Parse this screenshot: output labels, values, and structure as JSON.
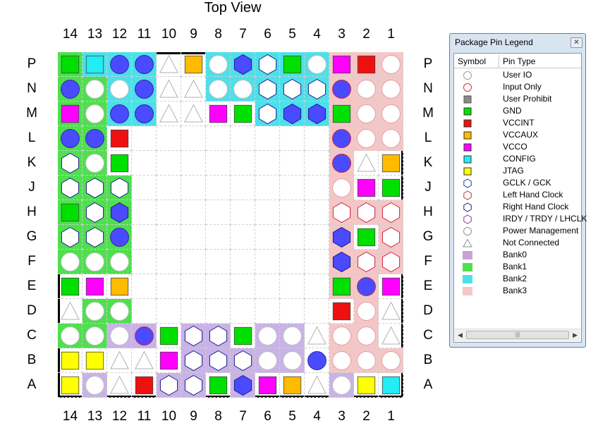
{
  "view_title": "Top View",
  "columns": [
    "14",
    "13",
    "12",
    "11",
    "10",
    "9",
    "8",
    "7",
    "6",
    "5",
    "4",
    "3",
    "2",
    "1"
  ],
  "rows": [
    "P",
    "N",
    "M",
    "L",
    "K",
    "J",
    "H",
    "G",
    "F",
    "E",
    "D",
    "C",
    "B",
    "A"
  ],
  "colors": {
    "bank0": "#c9b3e6",
    "bank1": "#4ee04e",
    "bank2": "#4de0ea",
    "bank3": "#f5c6c6",
    "gnd": "#00e000",
    "vccint": "#ee1111",
    "vccaux": "#ffbb00",
    "vcco": "#ff00ff",
    "config": "#22ecf4",
    "jtag": "#ffff00",
    "io_fill": "#4a4aff"
  },
  "pins": [
    [
      "b1:gnd",
      "b2:config",
      "b2:cio",
      "b2:cio",
      "n:nc",
      "n:vccaux",
      "b2:wc",
      "b2:hio",
      "b2:hw",
      "b2:gnd",
      "b2:wc",
      "b3:vcco",
      "b3:vccint",
      "b3:wc"
    ],
    [
      "b1:cio",
      "b1:wc",
      "b2:wc",
      "b2:cio",
      "n:nc",
      "n:nc",
      "b2:wc",
      "b2:wc",
      "b2:hw",
      "b2:hw",
      "b2:hw",
      "b3:cio",
      "b3:wc",
      "b3:wc"
    ],
    [
      "b1:vcco",
      "b1:wc",
      "b2:cio",
      "b2:cio",
      "n:nc",
      "n:nc",
      "n:vcco",
      "n:gnd",
      "b2:hw",
      "b2:hio",
      "b2:hio",
      "b3:gnd",
      "b3:wc",
      "b3:wc"
    ],
    [
      "b1:cio",
      "b1:cio",
      "n:vccint",
      "e",
      "e",
      "e",
      "e",
      "e",
      "e",
      "e",
      "e",
      "b3:cio",
      "b3:wc",
      "b3:wc"
    ],
    [
      "b1:hw",
      "b1:wc",
      "n:gnd",
      "e",
      "e",
      "e",
      "e",
      "e",
      "e",
      "e",
      "e",
      "b3:cio",
      "n:nc",
      "n:vccaux"
    ],
    [
      "b1:hw",
      "b1:hw",
      "b1:hw",
      "e",
      "e",
      "e",
      "e",
      "e",
      "e",
      "e",
      "e",
      "b3:wc",
      "n:vcco",
      "n:gnd"
    ],
    [
      "b1:gnd",
      "b1:hw",
      "b1:hio",
      "e",
      "e",
      "e",
      "e",
      "e",
      "e",
      "e",
      "e",
      "b3:hw",
      "b3:hw",
      "b3:hw"
    ],
    [
      "b1:hw",
      "b1:hw",
      "b1:cio",
      "e",
      "e",
      "e",
      "e",
      "e",
      "e",
      "e",
      "e",
      "b3:hio",
      "n:gnd",
      "b3:hw"
    ],
    [
      "b1:wc",
      "b1:wc",
      "b1:wc",
      "e",
      "e",
      "e",
      "e",
      "e",
      "e",
      "e",
      "e",
      "b3:hio",
      "b3:hw",
      "b3:hw"
    ],
    [
      "n:gnd",
      "n:vcco",
      "n:vccaux",
      "e",
      "e",
      "e",
      "e",
      "e",
      "e",
      "e",
      "e",
      "b3:gnd",
      "b3:cio",
      "n:vcco"
    ],
    [
      "n:nc",
      "b1:wc",
      "b1:wc",
      "e",
      "e",
      "e",
      "e",
      "e",
      "e",
      "e",
      "e",
      "n:vccint",
      "b3:wc",
      "n:nc"
    ],
    [
      "b1:wc",
      "b1:wc",
      "b0:wc",
      "b0:cio",
      "n:gnd",
      "b0:hw",
      "b0:hw",
      "n:gnd",
      "b0:wc",
      "b0:wc",
      "n:nc",
      "b3:wc",
      "b3:wc",
      "n:nc"
    ],
    [
      "n:jtag",
      "n:jtag",
      "n:nc",
      "n:nc",
      "n:vcco",
      "b0:hw",
      "b0:hw",
      "b0:hw",
      "b0:wc",
      "b0:wc",
      "n:cio",
      "b3:wc",
      "b3:wc",
      "b3:wc"
    ],
    [
      "n:jtag",
      "b0:wc",
      "n:nc",
      "n:vccint",
      "b0:hw",
      "b0:hw",
      "n:gnd",
      "b0:hio",
      "n:vcco",
      "n:vccaux",
      "n:nc",
      "b0:wc",
      "n:jtag",
      "n:config"
    ]
  ],
  "legend": {
    "window_title": "Package Pin Legend",
    "close_label": "✕",
    "col_symbol": "Symbol",
    "col_pin_type": "Pin Type",
    "scroll_left": "◀",
    "scroll_right": "▶",
    "scroll_grip": "|||",
    "items": [
      {
        "symbol": "circle-gray",
        "label": "User IO"
      },
      {
        "symbol": "circle-red",
        "label": "Input Only"
      },
      {
        "symbol": "square-gray",
        "label": "User Prohibit"
      },
      {
        "symbol": "square-green",
        "label": "GND"
      },
      {
        "symbol": "square-red",
        "label": "VCCINT"
      },
      {
        "symbol": "square-orange",
        "label": "VCCAUX"
      },
      {
        "symbol": "square-magenta",
        "label": "VCCO"
      },
      {
        "symbol": "square-cyan",
        "label": "CONFIG"
      },
      {
        "symbol": "square-yellow",
        "label": "JTAG"
      },
      {
        "symbol": "hex-blue",
        "label": "GCLK / GCK"
      },
      {
        "symbol": "hex-red",
        "label": "Left Hand Clock"
      },
      {
        "symbol": "hex-navy",
        "label": "Right Hand Clock"
      },
      {
        "symbol": "hex-purple",
        "label": "IRDY / TRDY / LHCLK"
      },
      {
        "symbol": "power-circle",
        "label": "Power Management"
      },
      {
        "symbol": "triangle-gray",
        "label": "Not Connected"
      },
      {
        "symbol": "bank-swatch-purple",
        "label": "Bank0"
      },
      {
        "symbol": "bank-swatch-green",
        "label": "Bank1"
      },
      {
        "symbol": "bank-swatch-cyan",
        "label": "Bank2"
      },
      {
        "symbol": "bank-swatch-pink",
        "label": "Bank3"
      }
    ]
  }
}
